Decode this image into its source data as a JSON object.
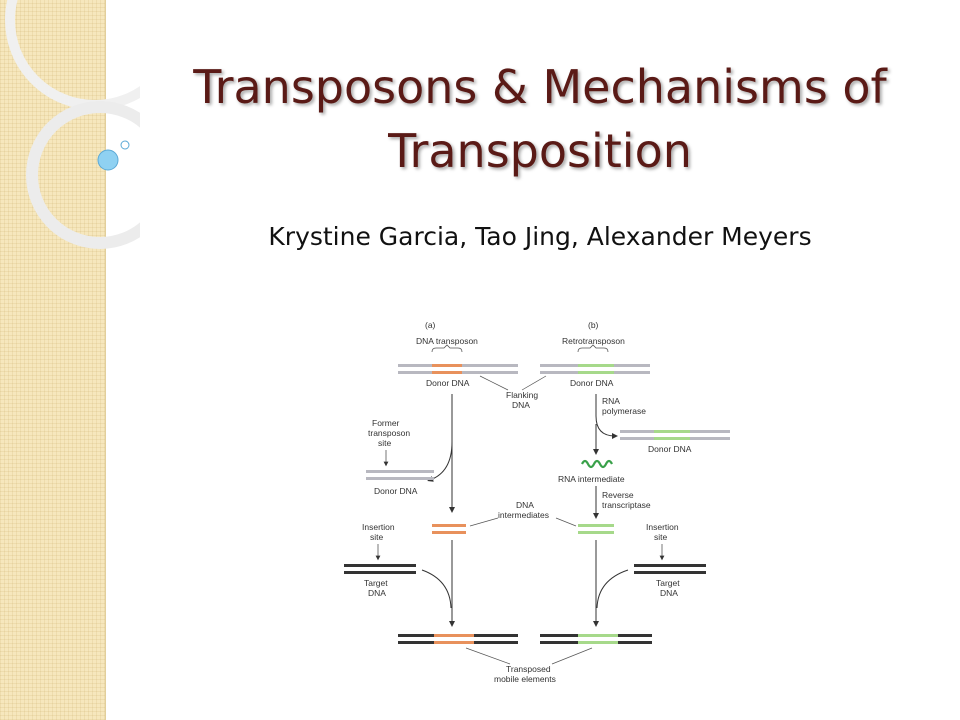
{
  "slide": {
    "title_line1": "Transposons & Mechanisms of",
    "title_line2": "Transposition",
    "authors": "Krystine Garcia, Tao Jing, Alexander Meyers"
  },
  "figure": {
    "panel_a": "(a)",
    "panel_b": "(b)",
    "dna_transposon": "DNA transposon",
    "retrotransposon": "Retrotransposon",
    "donor_dna_a": "Donor DNA",
    "donor_dna_b": "Donor DNA",
    "flanking_1": "Flanking",
    "flanking_2": "DNA",
    "rna_pol_1": "RNA",
    "rna_pol_2": "polymerase",
    "donor_dna_b2": "Donor DNA",
    "former_1": "Former",
    "former_2": "transposon",
    "former_3": "site",
    "donor_dna_a2": "Donor DNA",
    "rna_intermediate": "RNA intermediate",
    "reverse_1": "Reverse",
    "reverse_2": "transcriptase",
    "dna_int_1": "DNA",
    "dna_int_2": "intermediates",
    "insertion_a1": "Insertion",
    "insertion_a2": "site",
    "insertion_b1": "Insertion",
    "insertion_b2": "site",
    "target_a1": "Target",
    "target_a2": "DNA",
    "target_b1": "Target",
    "target_b2": "DNA",
    "transposed_1": "Transposed",
    "transposed_2": "mobile elements"
  },
  "colors": {
    "title": "#5a1a16",
    "dna_transposon": "#e8915c",
    "retrotransposon": "#a6d98a",
    "rna": "#3aa14a",
    "donor_strand": "#b8b8c0",
    "target_strand": "#333333"
  }
}
